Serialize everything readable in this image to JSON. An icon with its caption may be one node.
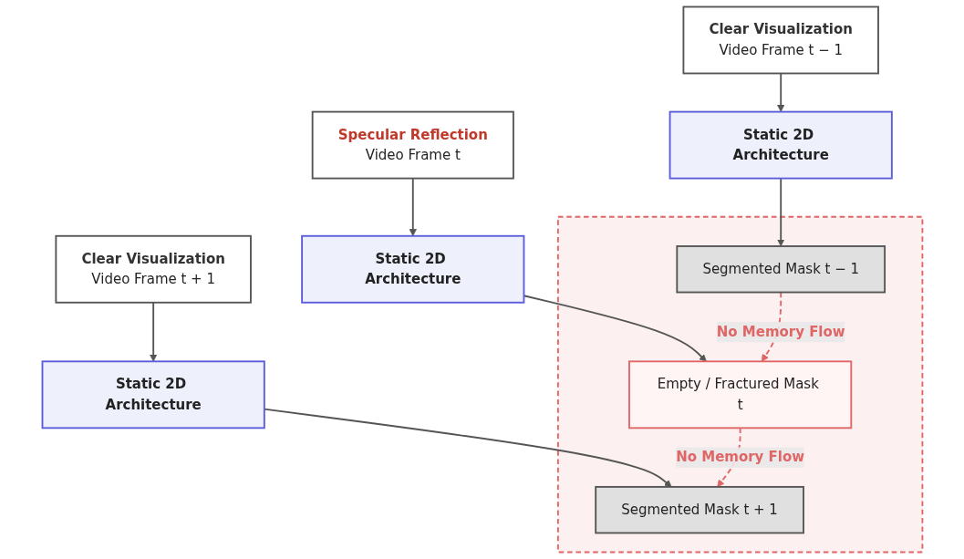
{
  "diagram": {
    "nodes": [
      {
        "text": [
          "Clear Visualization",
          "Video Frame t − 1"
        ]
      },
      {
        "text": [
          "Specular Reflection",
          "Video Frame t"
        ]
      },
      {
        "text": [
          "Clear Visualization",
          "Video Frame t + 1"
        ]
      },
      {
        "text": [
          "Static 2D Architecture"
        ]
      },
      {
        "text": [
          "Static 2D Architecture"
        ]
      },
      {
        "text": [
          "Static 2D Architecture"
        ]
      },
      {
        "text": [],
        "shape": "box"
      },
      {
        "text": [
          "Segmented Mask t − 1"
        ],
        "in": 6
      },
      {
        "text": [
          "Empty / Fractured Mask t"
        ],
        "in": 6
      },
      {
        "text": [
          "Segmented Mask t + 1"
        ],
        "in": 6
      }
    ],
    "edges": [
      {
        "from": 0,
        "to": 3,
        "arrow": "to"
      },
      {
        "from": 1,
        "to": 4,
        "arrow": "to"
      },
      {
        "from": 2,
        "to": 5,
        "arrow": "to"
      },
      {
        "from": 3,
        "to": 7,
        "arrow": "to"
      },
      {
        "from": 4,
        "to": 8,
        "arrow": "to"
      },
      {
        "from": 5,
        "to": 9,
        "arrow": "to"
      },
      {
        "from": 7,
        "to": 8,
        "arrow": "to",
        "label": "No Memory Flow",
        "style": "dashed",
        "color": "#e06666"
      },
      {
        "from": 8,
        "to": 9,
        "arrow": "to",
        "label": "No Memory Flow",
        "style": "dashed",
        "color": "#e06666"
      }
    ]
  }
}
